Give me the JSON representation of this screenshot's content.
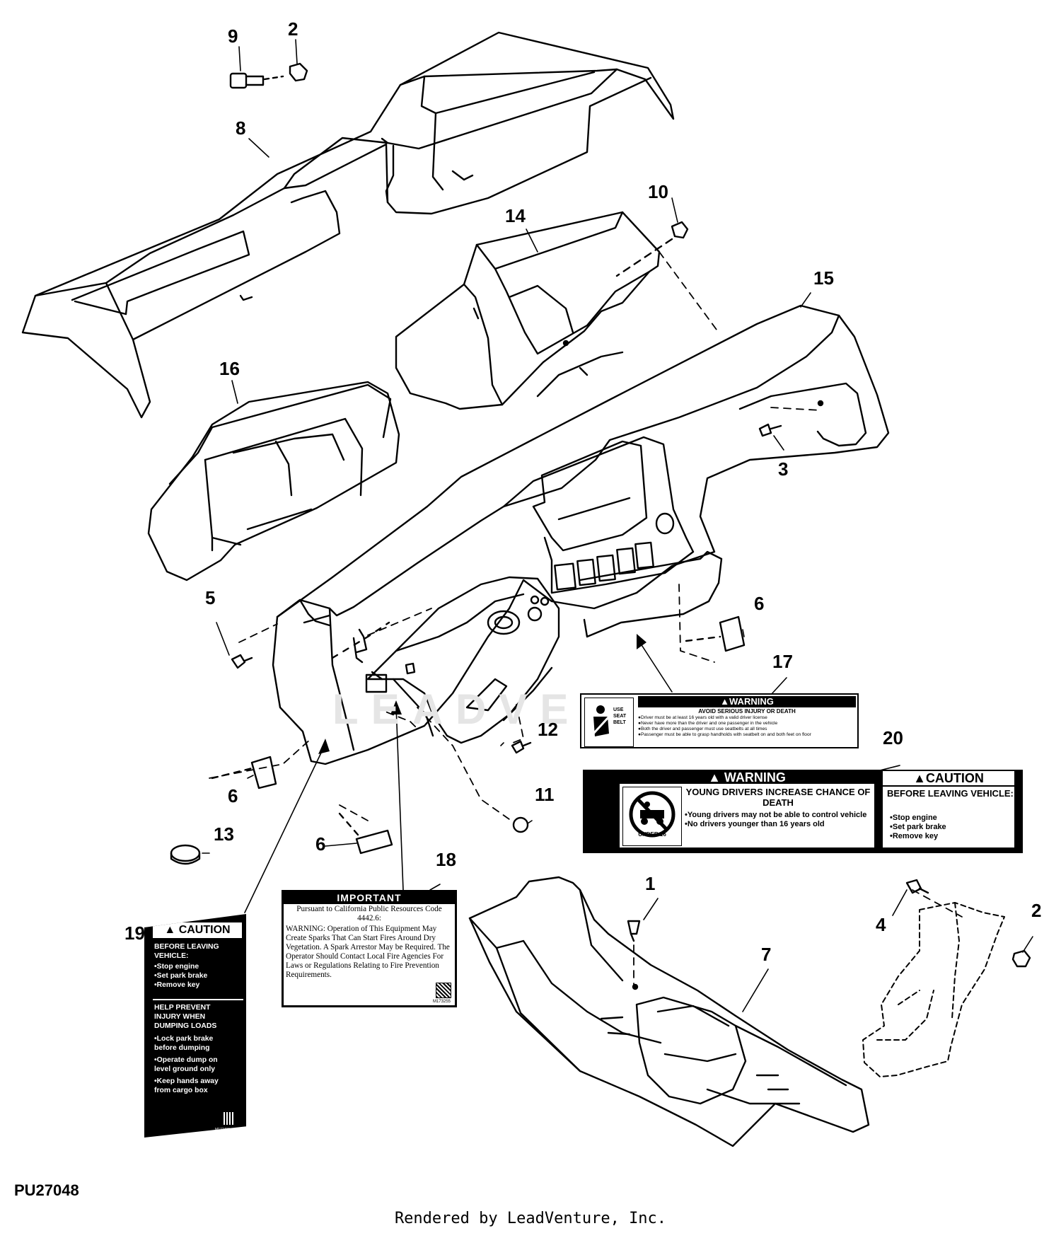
{
  "callouts": [
    {
      "id": "9",
      "label": "9"
    },
    {
      "id": "2a",
      "label": "2"
    },
    {
      "id": "8",
      "label": "8"
    },
    {
      "id": "10",
      "label": "10"
    },
    {
      "id": "14",
      "label": "14"
    },
    {
      "id": "15",
      "label": "15"
    },
    {
      "id": "16",
      "label": "16"
    },
    {
      "id": "3",
      "label": "3"
    },
    {
      "id": "5",
      "label": "5"
    },
    {
      "id": "6a",
      "label": "6"
    },
    {
      "id": "17",
      "label": "17"
    },
    {
      "id": "12",
      "label": "12"
    },
    {
      "id": "20",
      "label": "20"
    },
    {
      "id": "6b",
      "label": "6"
    },
    {
      "id": "11",
      "label": "11"
    },
    {
      "id": "13",
      "label": "13"
    },
    {
      "id": "6c",
      "label": "6"
    },
    {
      "id": "18",
      "label": "18"
    },
    {
      "id": "1",
      "label": "1"
    },
    {
      "id": "4",
      "label": "4"
    },
    {
      "id": "2b",
      "label": "2"
    },
    {
      "id": "7",
      "label": "7"
    },
    {
      "id": "19",
      "label": "19"
    }
  ],
  "decal_17": {
    "use_seat_belt": "USE SEAT BELT",
    "header": "▲WARNING",
    "subtitle": "AVOID SERIOUS INJURY OR DEATH",
    "items": [
      "Driver must be at least 16 years old with a valid driver license",
      "Never have more than the driver and one passenger in the vehicle",
      "Both the driver and passenger must use seatbelts at all times",
      "Passenger must be able to grasp handholds with seatbelt on and both feet on floor"
    ]
  },
  "decal_20": {
    "warning_header": "▲ WARNING",
    "warning_title": "YOUNG DRIVERS INCREASE CHANCE OF DEATH",
    "warning_items": [
      "Young drivers may not be able to control vehicle",
      "No drivers younger than 16 years old"
    ],
    "pictogram_label": "UNDER 16",
    "caution_header": "▲CAUTION",
    "caution_title": "BEFORE LEAVING VEHICLE:",
    "caution_items": [
      "Stop engine",
      "Set park brake",
      "Remove key"
    ]
  },
  "decal_18": {
    "header": "IMPORTANT",
    "line1": "Pursuant to California Public Resources Code 4442.6:",
    "body": "WARNING: Operation of This Equipment May Create Sparks That Can Start Fires Around Dry Vegetation. A Spark Arrestor May be Required. The Operator Should Contact Local Fire Agencies For Laws or Regulations Relating to Fire Prevention Requirements.",
    "code": "M173255"
  },
  "decal_19": {
    "header": "▲ CAUTION",
    "title1": "BEFORE LEAVING VEHICLE:",
    "items1": [
      "Stop engine",
      "Set park brake",
      "Remove key"
    ],
    "title2": "HELP PREVENT INJURY WHEN DUMPING LOADS",
    "items2": [
      "Lock park brake before dumping",
      "Operate dump on level ground only",
      "Keep hands away from cargo box"
    ],
    "code": "M177486"
  },
  "watermark": "LEADVENTURE",
  "part_code": "PU27048",
  "credit": "Rendered by LeadVenture, Inc."
}
